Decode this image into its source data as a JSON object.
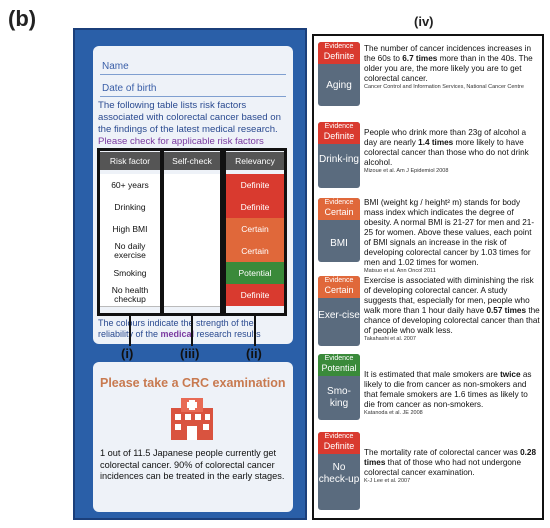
{
  "panel_label": "(b)",
  "phone": {
    "fields": [
      "Name",
      "Date of birth"
    ],
    "intro": "The following table lists risk factors associated with colorectal cancer based on the findings of the latest medical research.",
    "check_note": "Please check for applicable risk factors",
    "table": {
      "headers": [
        "Risk factor",
        "Self-check",
        "Relevancy"
      ],
      "rows": [
        {
          "factor": "60+ years",
          "relevancy": "Definite",
          "color": "#d93a2f"
        },
        {
          "factor": "Drinking",
          "relevancy": "Definite",
          "color": "#d93a2f"
        },
        {
          "factor": "High BMI",
          "relevancy": "Certain",
          "color": "#e0683a"
        },
        {
          "factor": "No daily exercise",
          "relevancy": "Certain",
          "color": "#e0683a"
        },
        {
          "factor": "Smoking",
          "relevancy": "Potential",
          "color": "#3a8a3a"
        },
        {
          "factor": "No health checkup",
          "relevancy": "Definite",
          "color": "#d93a2f"
        }
      ]
    },
    "legend_note_a": "The colours indicate the strength of the reliability of the ",
    "legend_note_b": "medical",
    "legend_note_c": " research results",
    "markers": [
      "(i)",
      "(iii)",
      "(ii)"
    ],
    "crc_title": "Please take a CRC examination",
    "crc_stats": "1 out of 11.5 Japanese people currently get colorectal cancer. 90% of colorectal cancer incidences can be treated in the early stages."
  },
  "right": {
    "label": "(iv)",
    "evidence_word": "Evidence",
    "items": [
      {
        "level": "Definite",
        "color": "#d93a2f",
        "topic": "Aging",
        "text_a": "The number of cancer incidences increases in the 60s to ",
        "bold": "6.7 times",
        "text_b": " more than in the 40s. The older you are, the more likely you are to get colorectal cancer.",
        "source": "Cancer Control and Information Services, National Cancer Centre"
      },
      {
        "level": "Definite",
        "color": "#d93a2f",
        "topic": "Drink-ing",
        "text_a": "People who drink more than 23g of alcohol a day are nearly ",
        "bold": "1.4 times",
        "text_b": " more likely to have colorectal cancer than those who do not drink alcohol.",
        "source": "Mizoue et al. Am J Epidemiol 2008"
      },
      {
        "level": "Certain",
        "color": "#e0683a",
        "topic": "BMI",
        "text_a": "BMI (weight kg / height² m) stands for body mass index which indicates the degree of obesity. A normal BMI is 21-27 for men and 21-25 for women. Above these values, each point of BMI signals an increase in the risk of developing colorectal cancer by 1.03 times for men and 1.02 times for women.",
        "bold": "",
        "text_b": "",
        "source": "Matsuo et al. Ann Oncol 2011"
      },
      {
        "level": "Certain",
        "color": "#e0683a",
        "topic": "Exer-cise",
        "text_a": "Exercise is associated with diminishing the risk of developing colorectal cancer. A study suggests that, especially for men, people who walk more than 1 hour daily have ",
        "bold": "0.57 times",
        "text_b": " the chance of developing colorectal cancer than that of people who walk less.",
        "source": "Takahashi et al. 2007"
      },
      {
        "level": "Potential",
        "color": "#3a8a3a",
        "topic": "Smo-king",
        "text_a": "It is estimated that male smokers are ",
        "bold": "twice",
        "text_b": " as likely to die from cancer as non-smokers and that female smokers are 1.6 times as likely to die from cancer as non-smokers.",
        "source": "Katanoda et al. JE 2008"
      },
      {
        "level": "Definite",
        "color": "#d93a2f",
        "topic": "No check-up",
        "text_a": "The mortality rate of colorectal cancer was ",
        "bold": "0.28 times",
        "text_b": " that of those who had not undergone colorectal cancer examination.",
        "source": "K-J Lee et al. 2007"
      }
    ]
  }
}
